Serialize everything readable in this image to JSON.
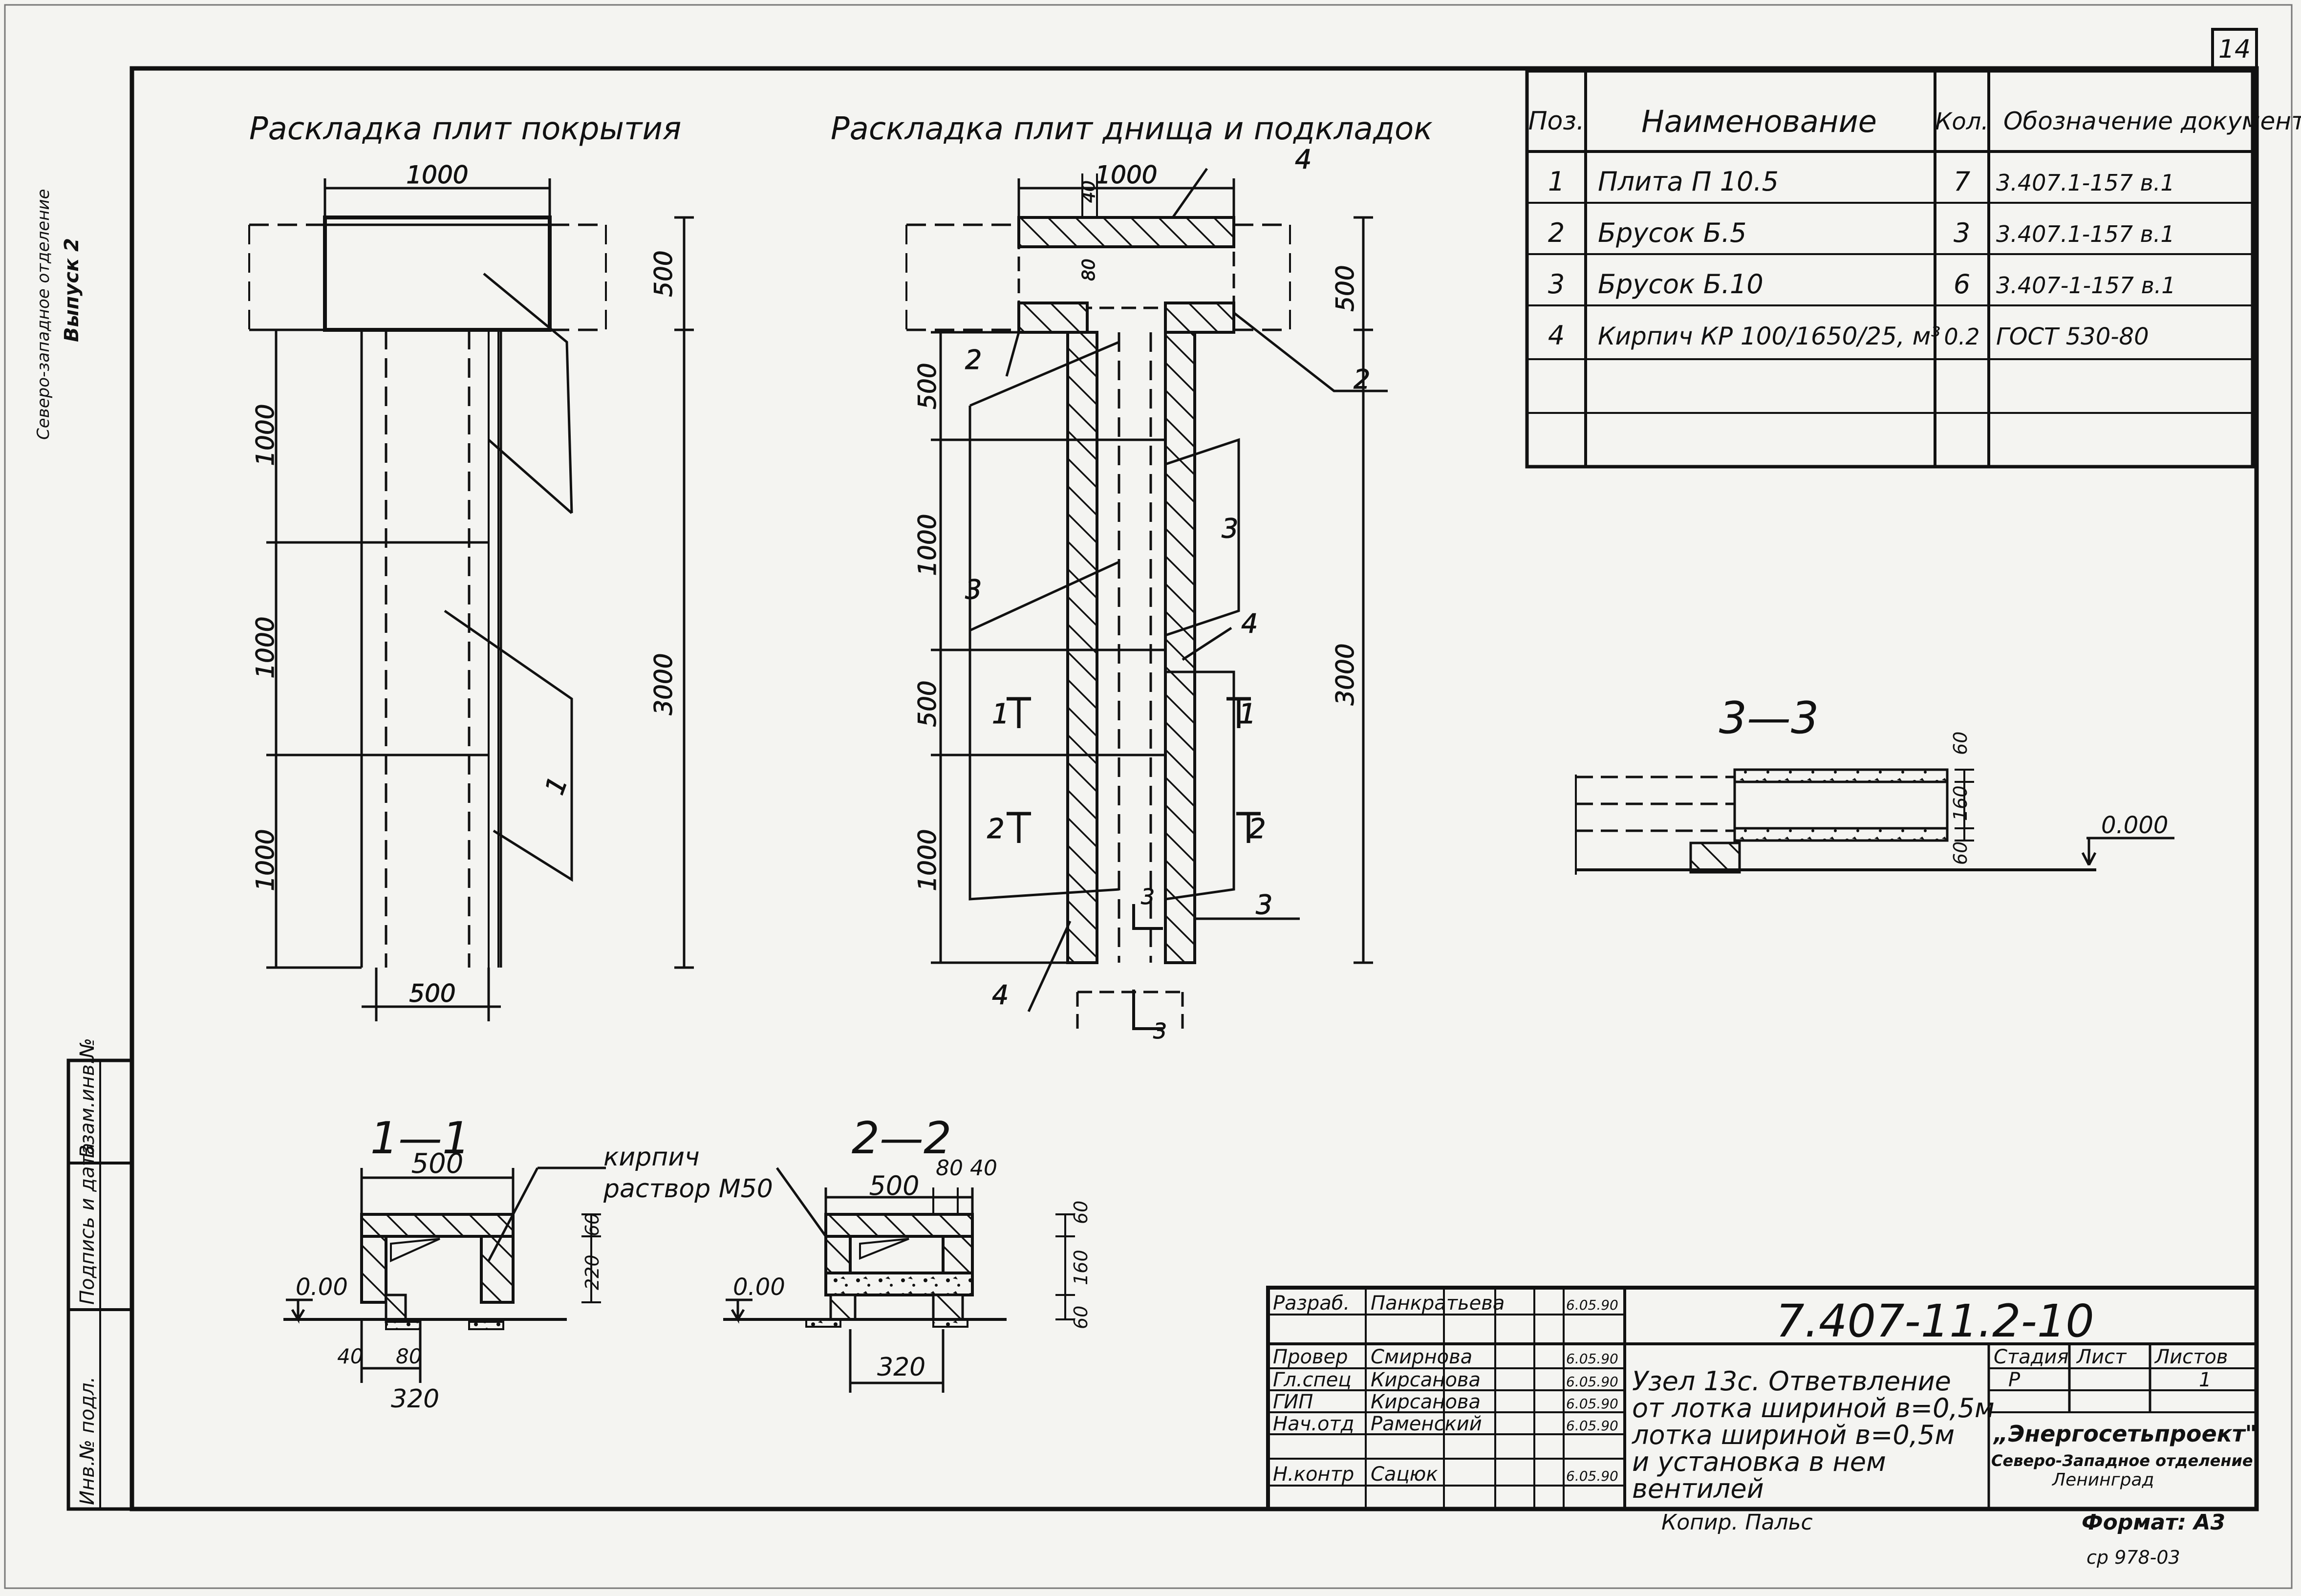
{
  "sheet_number": "14",
  "titles": {
    "cover_layout": "Раскладка плит покрытия",
    "bottom_layout": "Раскладка плит днища и подкладок"
  },
  "spec_table": {
    "headers": [
      "Поз.",
      "Наименование",
      "Кол.",
      "Обозначение документа"
    ],
    "rows": [
      [
        "1",
        "Плита П 10.5",
        "7",
        "3.407.1-157 в.1"
      ],
      [
        "2",
        "Брусок Б.5",
        "3",
        "3.407.1-157 в.1"
      ],
      [
        "3",
        "Брусок Б.10",
        "6",
        "3.407-1-157 в.1"
      ],
      [
        "4",
        "Кирпич КР 100/1650/25, м³",
        "0.2",
        "ГОСТ 530-80"
      ],
      [
        "",
        "",
        "",
        ""
      ],
      [
        "",
        "",
        "",
        ""
      ]
    ]
  },
  "left_plan": {
    "top_width": "1000",
    "bottom_width": "500",
    "right_height_top": "500",
    "right_total": "3000",
    "left_segments": [
      "1000",
      "1000",
      "1000"
    ],
    "leader_label": "1"
  },
  "mid_plan": {
    "top_width": "1000",
    "dim_40": "40",
    "dim_80": "80",
    "right_height_top": "500",
    "right_total": "3000",
    "left_segments": [
      "500",
      "1000",
      "500",
      "1000"
    ],
    "labels": {
      "p4_top": "4",
      "p2_left": "2",
      "p2_right": "2",
      "p3_left": "3",
      "p3_right": "3",
      "p4_mid": "4",
      "p4_bottom": "4",
      "p3_bottom": "3"
    },
    "section_marks": {
      "s1_left": "1",
      "s1_right": "1",
      "s2_left": "2",
      "s2_right": "2",
      "s3_top": "3",
      "s3_bottom": "3"
    }
  },
  "section_33": {
    "title": "3—3",
    "dims": [
      "60",
      "160",
      "60"
    ],
    "level": "0.000"
  },
  "section_11": {
    "title": "1—1",
    "width": "500",
    "label_brick": "кирпич",
    "label_mortar": "раствор М50",
    "dims_right": [
      "60",
      "220"
    ],
    "level": "0.00",
    "bottom_dims": [
      "40",
      "80"
    ],
    "base": "320"
  },
  "section_22": {
    "title": "2—2",
    "width": "500",
    "top_dims": "80 40",
    "dims_right": [
      "60",
      "160",
      "60"
    ],
    "level": "0.00",
    "base": "320"
  },
  "left_margin": {
    "stamp_lines": [
      "Инв.№ подл.",
      "Подпись и дата",
      "Взам.инв.№"
    ],
    "side_text_1": "Северо-западное отделение",
    "side_text_2": "Выпуск 2"
  },
  "title_block": {
    "code": "7.407-11.2-10",
    "description": [
      "Узел 13с. Ответвление",
      "от лотка шириной в=0,5м",
      "лотка шириной в=0,5м",
      "и установка в нем",
      "вентилей"
    ],
    "stage_headers": [
      "Стадия",
      "Лист",
      "Листов"
    ],
    "stage_values": [
      "Р",
      "",
      "1"
    ],
    "org": [
      "„Энергосетьпроект\"",
      "Северо-Западное отделение",
      "Ленинград"
    ],
    "staff": [
      {
        "role": "Разраб.",
        "name": "Панкратьева",
        "date": "6.05.90"
      },
      {
        "role": "Провер",
        "name": "Смирнова",
        "date": "6.05.90"
      },
      {
        "role": "Гл.спец",
        "name": "Кирсанова",
        "date": "6.05.90"
      },
      {
        "role": "ГИП",
        "name": "Кирсанова",
        "date": "6.05.90"
      },
      {
        "role": "Нач.отд",
        "name": "Раменский",
        "date": "6.05.90"
      },
      {
        "role": "Н.контр",
        "name": "Сацюк",
        "date": "6.05.90"
      }
    ],
    "copied": "Копир. Пальс",
    "format": "Формат: А3",
    "ref": "ср 978-03"
  }
}
